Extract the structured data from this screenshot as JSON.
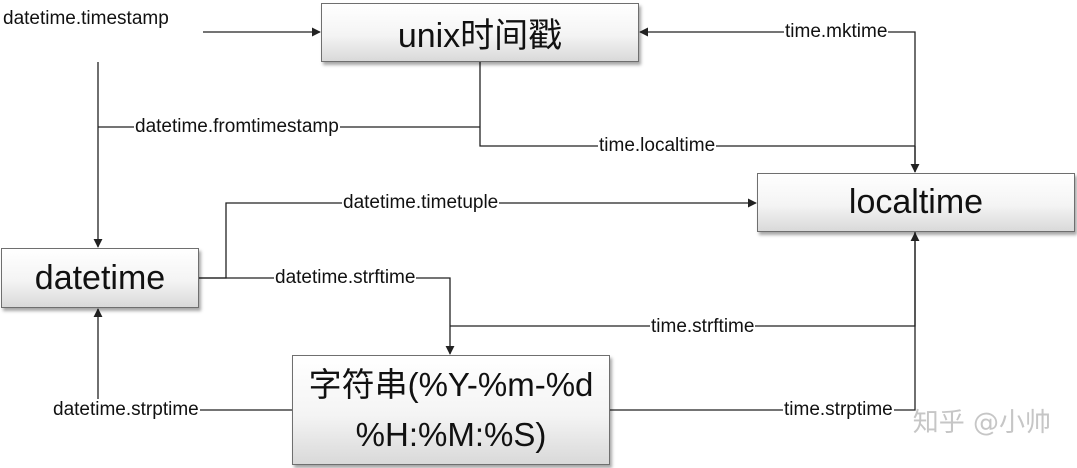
{
  "nodes": {
    "unix": "unix时间戳",
    "localtime": "localtime",
    "datetime": "datetime",
    "string": "字符串(%Y-%m-%d %H:%M:%S)"
  },
  "edges": {
    "datetime_timestamp": "datetime.timestamp",
    "time_mktime": "time.mktime",
    "datetime_fromtimestamp": "datetime.fromtimestamp",
    "time_localtime": "time.localtime",
    "datetime_timetuple": "datetime.timetuple",
    "datetime_strftime": "datetime.strftime",
    "time_strftime": "time.strftime",
    "datetime_strptime": "datetime.strptime",
    "time_strptime": "time.strptime"
  },
  "watermark": "知乎 @小帅",
  "colors": {
    "line": "#222222",
    "box_border": "#6f6f6f",
    "watermark": "#c6c6c6"
  }
}
